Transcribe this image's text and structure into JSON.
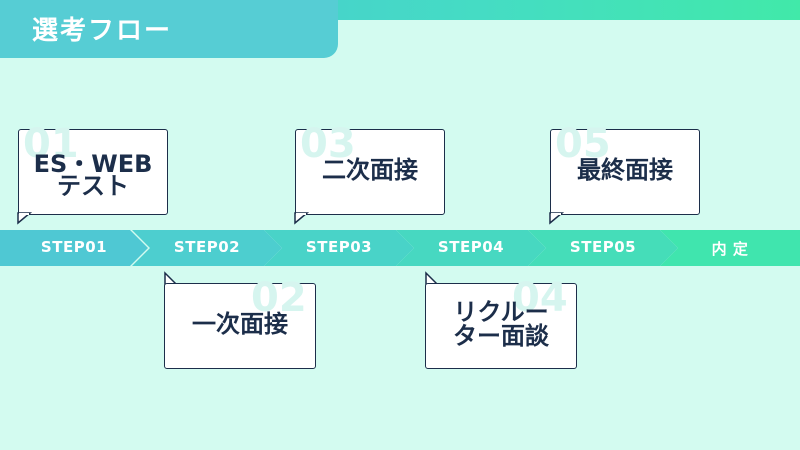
{
  "header": {
    "title": "選考フロー"
  },
  "steps": [
    {
      "label": "STEP01",
      "color": "#4fc8d3"
    },
    {
      "label": "STEP02",
      "color": "#4dcecf"
    },
    {
      "label": "STEP03",
      "color": "#49d3c8"
    },
    {
      "label": "STEP04",
      "color": "#47d8c1"
    },
    {
      "label": "STEP05",
      "color": "#45ddb9"
    },
    {
      "label": "内 定",
      "color": "#40e5ae"
    }
  ],
  "boxes": [
    {
      "num": "01",
      "line1": "ES・WEB",
      "line2": "テスト"
    },
    {
      "num": "02",
      "line1": "一次面接"
    },
    {
      "num": "03",
      "line1": "二次面接"
    },
    {
      "num": "04",
      "line1": "リクルー",
      "line2": "ター面談"
    },
    {
      "num": "05",
      "line1": "最終面接"
    }
  ]
}
